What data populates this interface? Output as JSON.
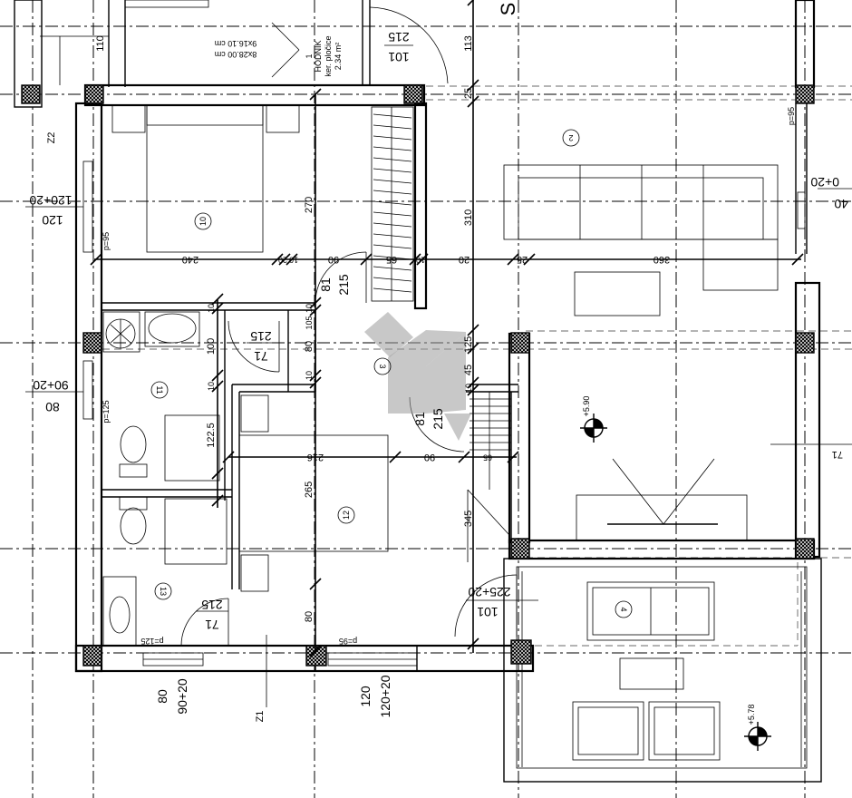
{
  "rooms": [
    {
      "id": "r1",
      "number": "1",
      "name": "HODNIK",
      "finish": "ker. pločice",
      "area": "2.34 m²"
    },
    {
      "id": "r2",
      "number": "2"
    },
    {
      "id": "r3",
      "number": "3"
    },
    {
      "id": "r4",
      "number": "4"
    },
    {
      "id": "r10",
      "number": "10"
    },
    {
      "id": "r11",
      "number": "11"
    },
    {
      "id": "r12",
      "number": "12"
    },
    {
      "id": "r13",
      "number": "13"
    }
  ],
  "stairs": {
    "steps_a": "9x16.10 cm",
    "steps_b": "8x28.00 cm"
  },
  "dimensions": {
    "d110": "110",
    "d113": "113",
    "d25": "25",
    "d270": "270",
    "d310": "310",
    "d240": "240",
    "d20a": "20",
    "d10a": "10",
    "d90a": "90",
    "d65a": "65",
    "d10b": "10",
    "d20b": "20",
    "d25b": "25",
    "d360": "360",
    "d10c": "10",
    "d105": "105",
    "d80a": "80",
    "d125": "125",
    "d100": "100",
    "d10d": "10",
    "d10e": "10",
    "d45": "45",
    "d10f": "10",
    "d1225": "122.5",
    "d216": "216",
    "d90b": "90",
    "d65b": "65",
    "d265": "265",
    "d345": "345",
    "d80b": "80"
  },
  "openings": {
    "door_top_w": "101",
    "door_top_h": "215",
    "door_10_w": "81",
    "door_10_h": "215",
    "door_11_w": "71",
    "door_11_h": "215",
    "door_3_w": "81",
    "door_3_h": "215",
    "door_13_w": "71",
    "door_13_h": "215",
    "door_bal_w": "101",
    "door_bal_h": "225+20",
    "win_10_w": "120",
    "win_10_h": "120+20",
    "win_11_w": "80",
    "win_11_h": "90+20",
    "win_bot1_w": "80",
    "win_bot1_h": "90+20",
    "win_bot2_w": "120",
    "win_bot2_h": "120+20",
    "win_right_h": "0+20",
    "win_right_w": "40"
  },
  "sill_labels": {
    "p95_a": "p=95",
    "p125_a": "p=125",
    "p125_b": "p=125",
    "p95_b": "p=95",
    "p95_c": "p=95"
  },
  "levels": {
    "upper": "+5.90",
    "lower": "+5.78"
  },
  "section_marks": {
    "z2": "Z2",
    "z1": "Z1",
    "s": "S",
    "edge_right": "71"
  }
}
